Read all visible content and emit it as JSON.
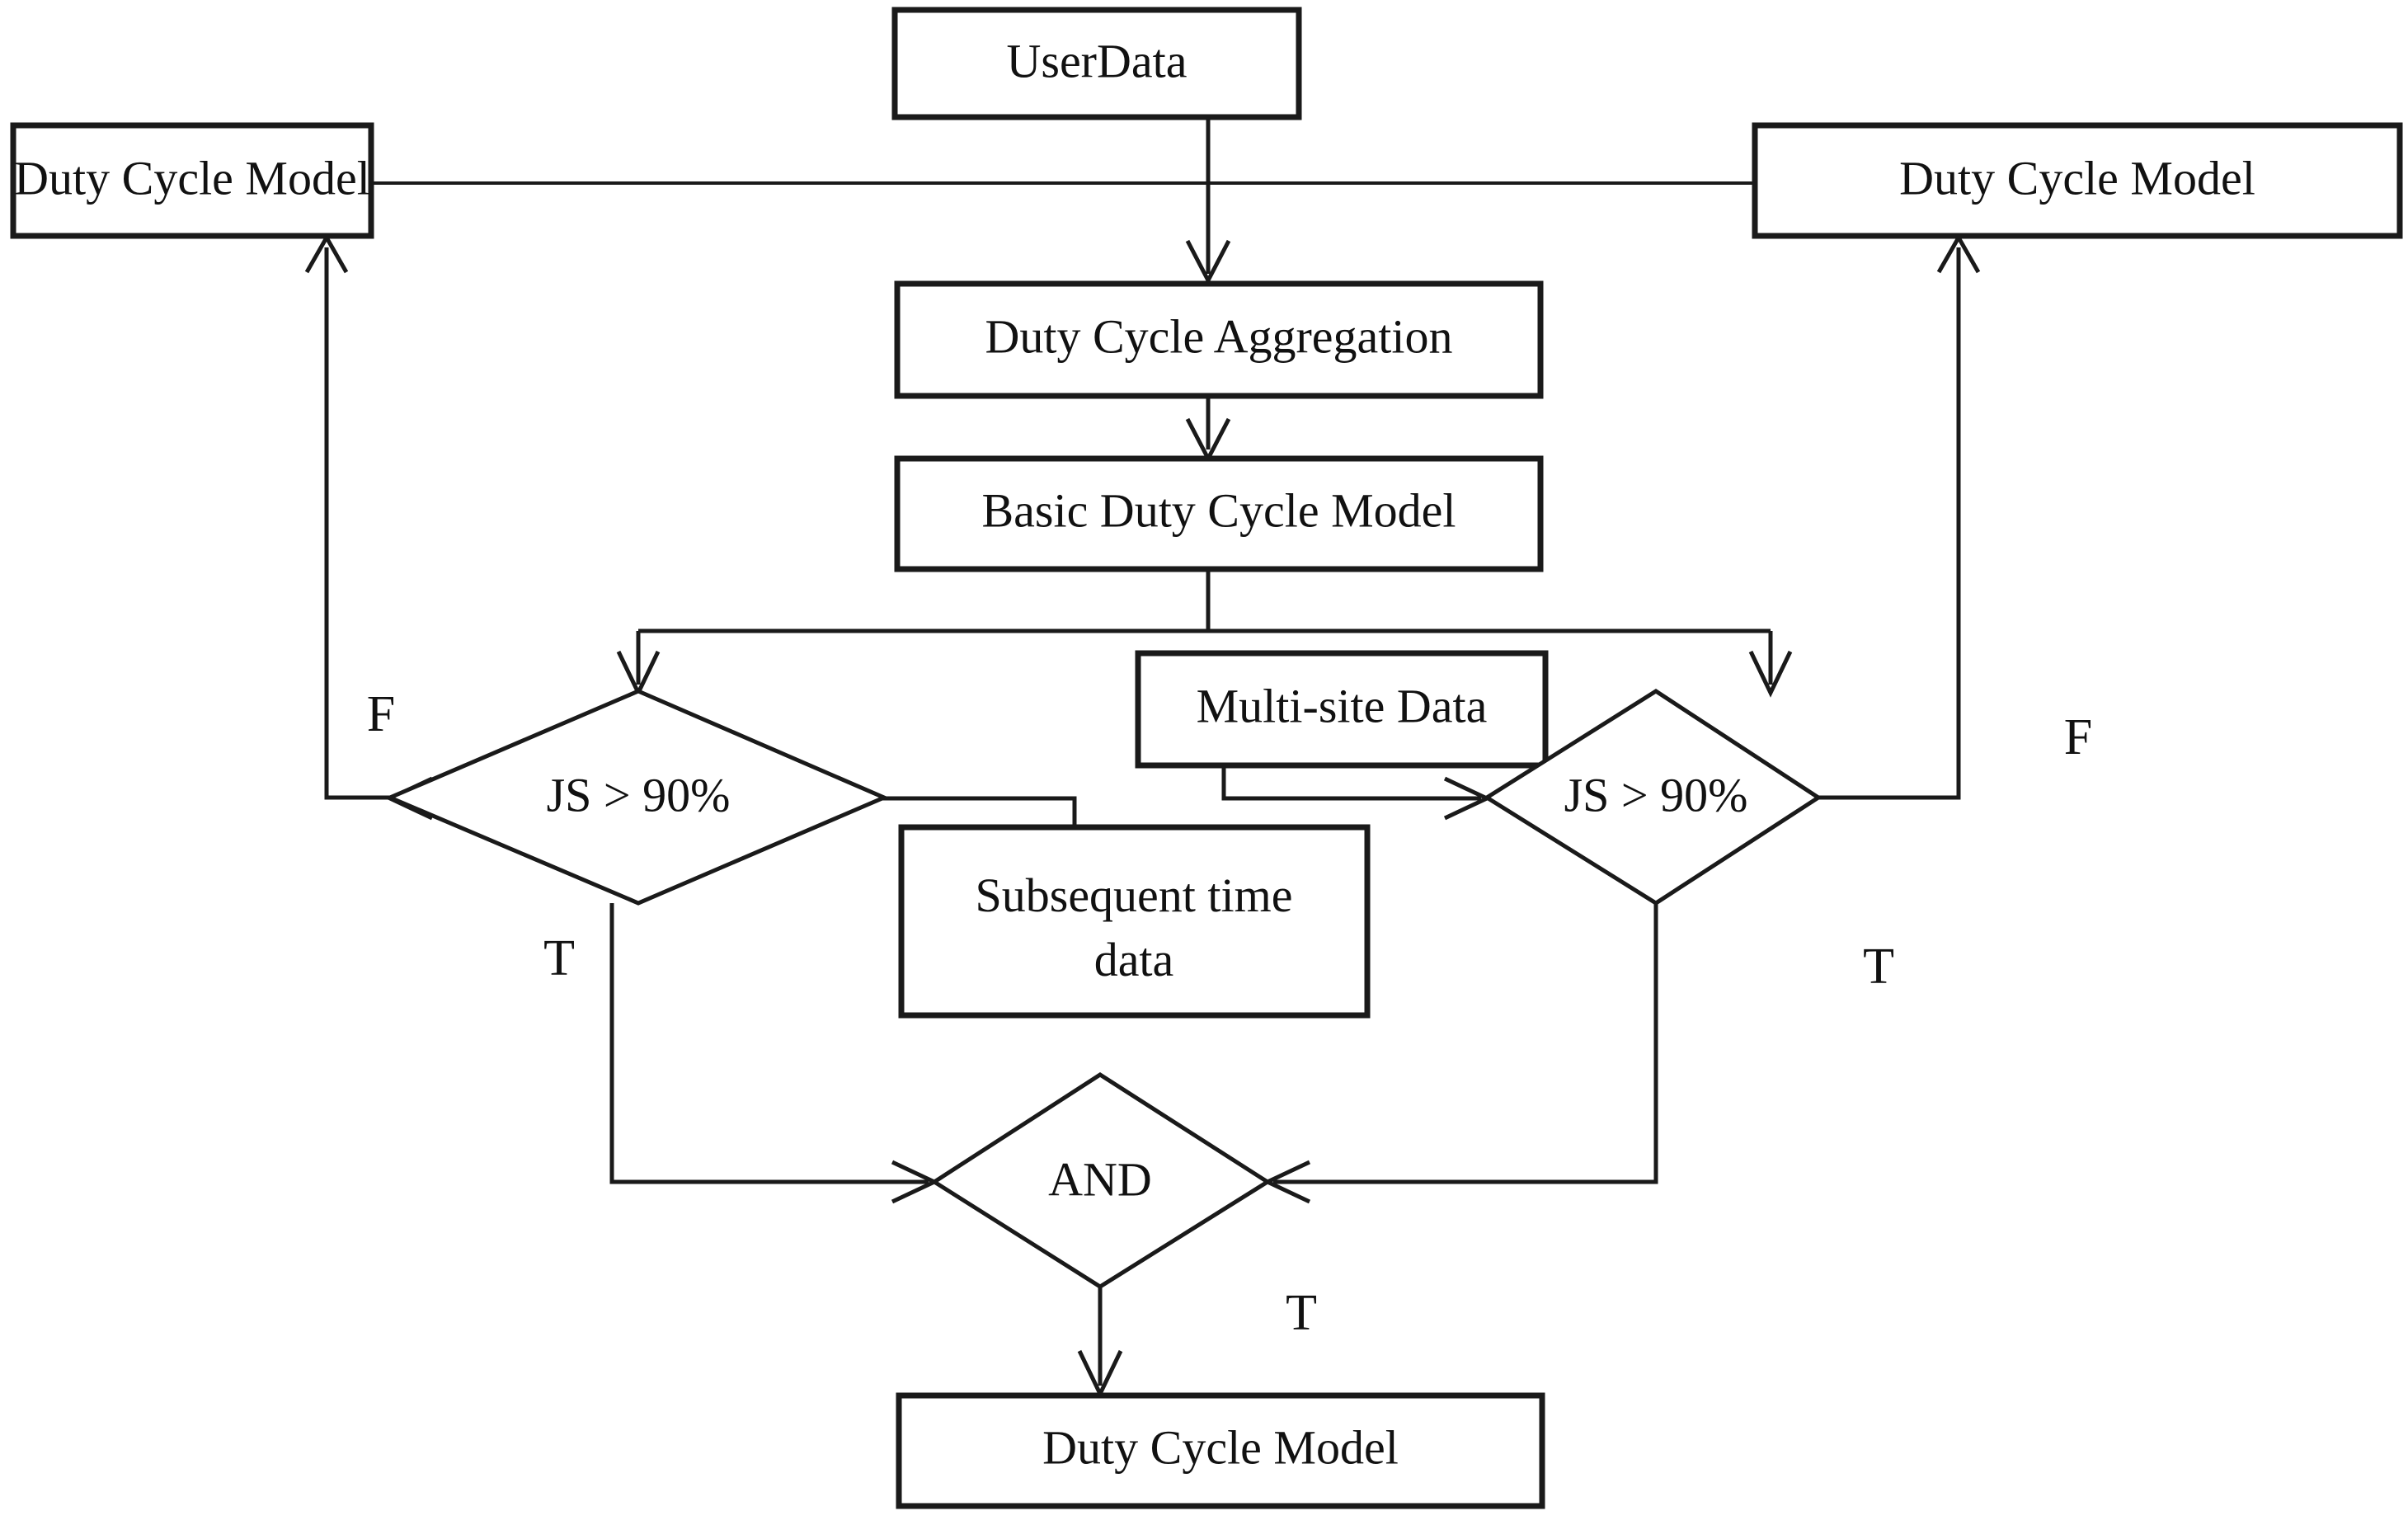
{
  "diagram": {
    "type": "flowchart",
    "title": "Duty Cycle Model construction flowchart",
    "background_color": "#ffffff",
    "line_color": "#1a1a1a",
    "nodes": {
      "user_data": {
        "label": "UserData",
        "shape": "rectangle"
      },
      "duty_cycle_model_left": {
        "label": "Duty Cycle Model",
        "shape": "rectangle"
      },
      "duty_cycle_model_right": {
        "label": "Duty Cycle Model",
        "shape": "rectangle"
      },
      "duty_cycle_aggregation": {
        "label": "Duty Cycle Aggregation",
        "shape": "rectangle"
      },
      "basic_duty_cycle_model": {
        "label": "Basic Duty Cycle Model",
        "shape": "rectangle"
      },
      "multi_site_data": {
        "label": "Multi-site Data",
        "shape": "rectangle"
      },
      "subsequent_time_data": {
        "label_line1": "Subsequent time",
        "label_line2": "data",
        "shape": "rectangle"
      },
      "decision_left": {
        "label": "JS > 90%",
        "shape": "diamond"
      },
      "decision_right": {
        "label": "JS > 90%",
        "shape": "diamond"
      },
      "decision_and": {
        "label": "AND",
        "shape": "diamond"
      },
      "duty_cycle_model_output": {
        "label": "Duty Cycle Model",
        "shape": "rectangle"
      }
    },
    "edge_labels": {
      "left_false": "F",
      "left_true": "T",
      "right_false": "F",
      "right_true": "T",
      "and_true": "T"
    }
  }
}
